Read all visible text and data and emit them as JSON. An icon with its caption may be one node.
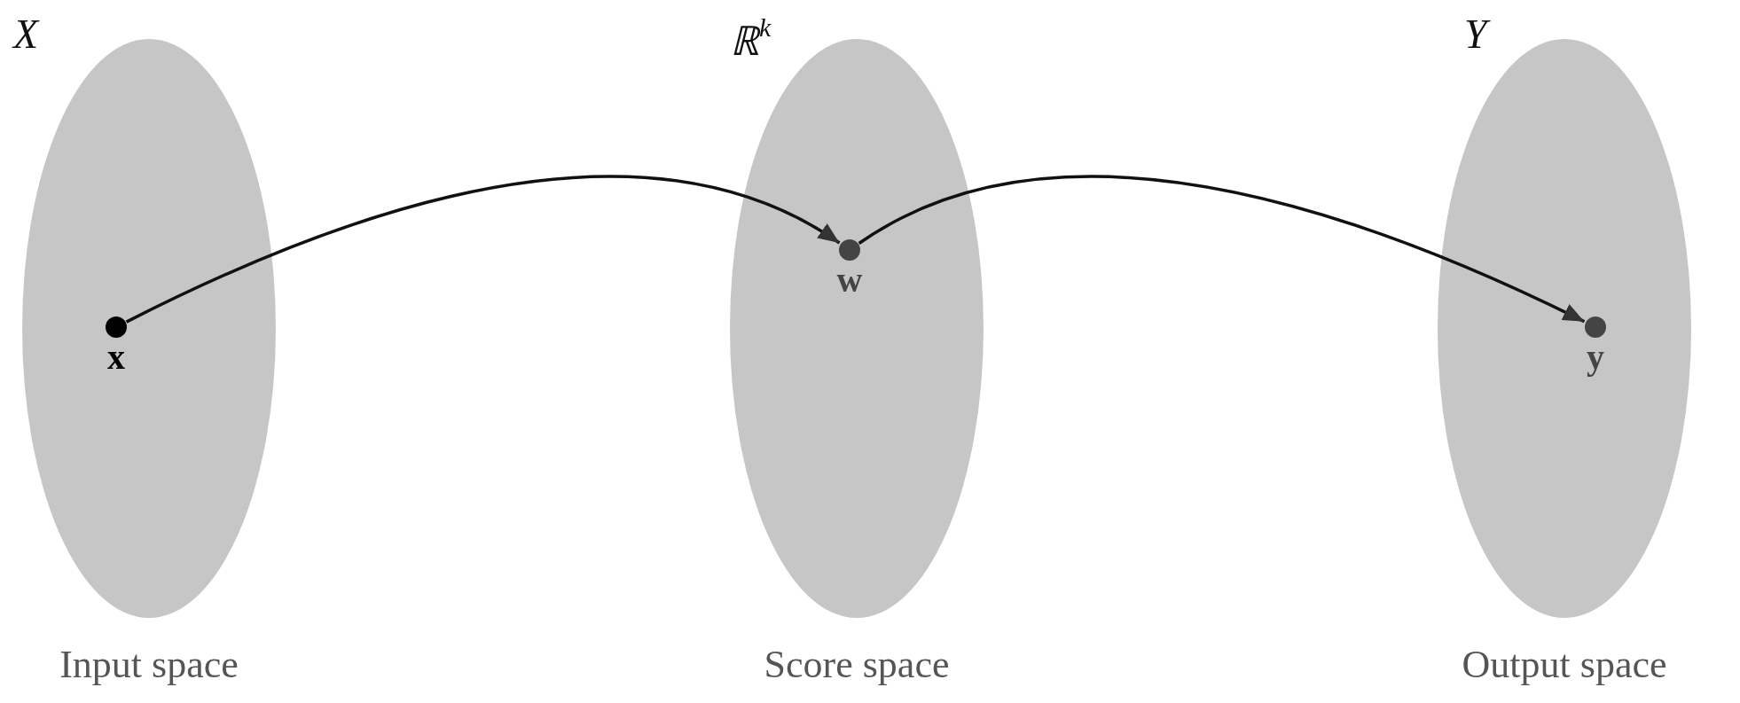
{
  "diagram": {
    "nodes": [
      {
        "text": [
          "X"
        ],
        "beside": [
          "Input space"
        ]
      },
      {
        "text": [
          "x"
        ],
        "in": 0
      },
      {
        "text": [
          "ℝ$^{k}$"
        ],
        "beside": [
          "Score space"
        ]
      },
      {
        "text": [
          "w"
        ],
        "in": 2
      },
      {
        "text": [
          "Y"
        ],
        "beside": [
          "Output space"
        ]
      },
      {
        "text": [
          "y"
        ],
        "in": 4
      }
    ],
    "edges": [
      {
        "from": 1,
        "to": 3,
        "arrow": "to"
      },
      {
        "from": 3,
        "to": 5,
        "arrow": "to"
      }
    ]
  }
}
